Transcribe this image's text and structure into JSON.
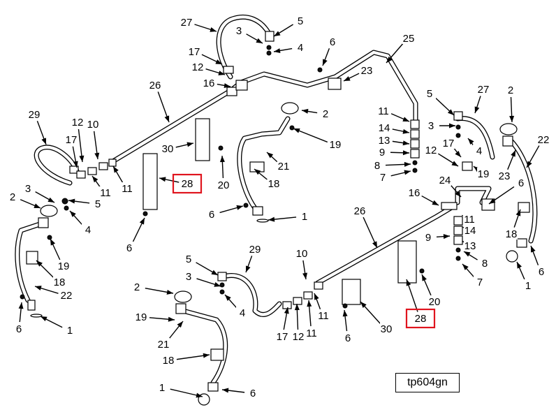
{
  "diagram": {
    "tag": "tp604gn",
    "highlight_color": "#e0141e",
    "highlighted_label": "28",
    "labels": [
      "27",
      "5",
      "3",
      "4",
      "6",
      "25",
      "17",
      "12",
      "16",
      "23",
      "26",
      "29",
      "12",
      "10",
      "17",
      "11",
      "11",
      "5",
      "4",
      "3",
      "2",
      "19",
      "18",
      "22",
      "6",
      "1",
      "30",
      "28",
      "20",
      "6",
      "2",
      "19",
      "21",
      "18",
      "6",
      "1",
      "11",
      "14",
      "13",
      "9",
      "8",
      "7",
      "5",
      "3",
      "27",
      "4",
      "2",
      "22",
      "17",
      "12",
      "19",
      "23",
      "6",
      "24",
      "16",
      "11",
      "14",
      "13",
      "9",
      "8",
      "7",
      "18",
      "6",
      "1",
      "26",
      "28",
      "20",
      "30",
      "6",
      "29",
      "10",
      "17",
      "12",
      "11",
      "11",
      "5",
      "3",
      "4",
      "2",
      "19",
      "21",
      "18",
      "1",
      "6"
    ]
  }
}
